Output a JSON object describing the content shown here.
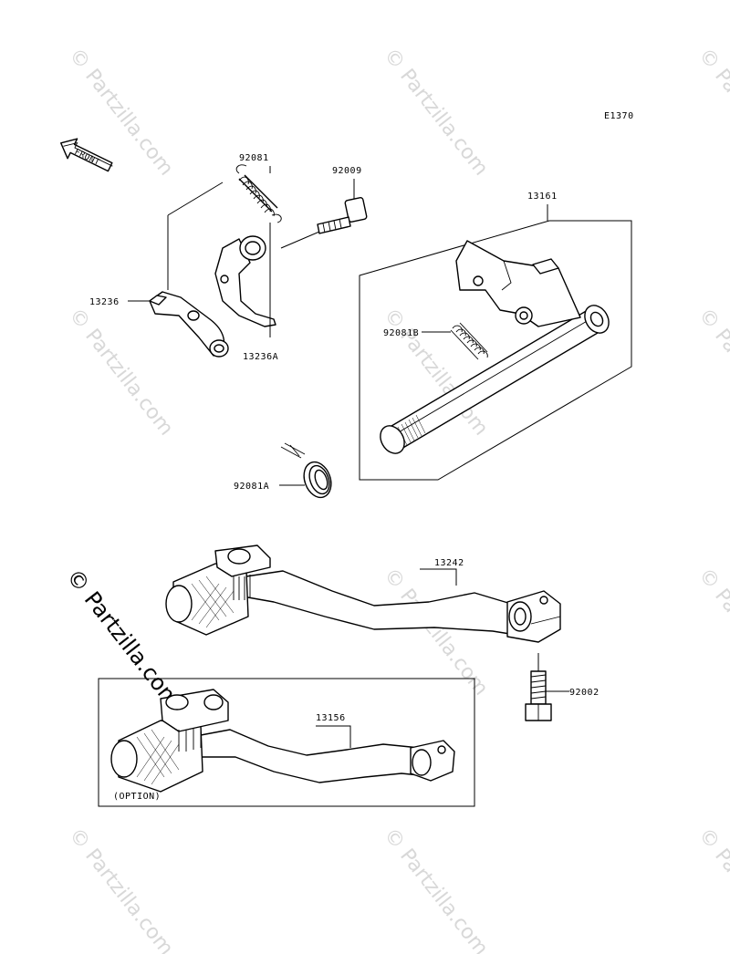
{
  "diagram": {
    "code": "E1370",
    "front_label": "FRONT",
    "option_label": "(OPTION)",
    "parts": {
      "p92081": "92081",
      "p92009": "92009",
      "p13161": "13161",
      "p13236": "13236",
      "p13236A": "13236A",
      "p92081B": "92081B",
      "p92081A": "92081A",
      "p13242": "13242",
      "p92002": "92002",
      "p13156": "13156"
    }
  },
  "watermark": {
    "text": "© Partzilla.com"
  }
}
